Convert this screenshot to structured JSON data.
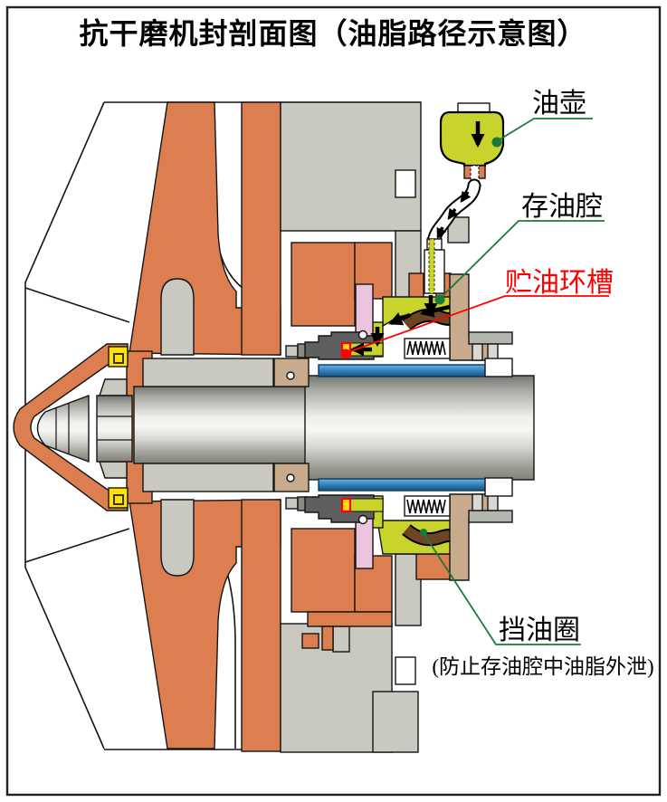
{
  "title": "抗干磨机封剖面图（油脂路径示意图）",
  "labels": {
    "oil_pot": "油壶",
    "oil_chamber": "存油腔",
    "oil_ring_groove": "贮油环槽",
    "oil_baffle_ring": "挡油圈",
    "oil_baffle_note": "(防止存油腔中油脂外泄)"
  },
  "diagram": {
    "type": "mechanical-seal-cross-section",
    "flow_path": [
      "油壶",
      "软管",
      "存油腔",
      "贮油环槽"
    ],
    "flow_arrow_count": 9,
    "leader_lines": [
      {
        "label": "油壶",
        "color": "#1A7A3C",
        "dot": true
      },
      {
        "label": "存油腔",
        "color": "#1A7A3C",
        "dot": true
      },
      {
        "label": "贮油环槽",
        "color": "#FF0000",
        "dot": true
      },
      {
        "label": "挡油圈",
        "color": "#1A7A3C",
        "dot": true
      }
    ]
  },
  "colors": {
    "impeller_orange": "#DC7E50",
    "housing_gray": "#C9C9C2",
    "grease_yellow_green": "#C8D32C",
    "seal_dark_gray": "#5F5F5F",
    "gland_tan": "#C8AA8D",
    "baffle_brown": "#6E4522",
    "sleeve_blue": "#3581BC",
    "packing_yellow": "#FFE203",
    "throttle_pink": "#EBC4DD",
    "leader_green": "#1A7A3C",
    "highlight_red": "#FF0000"
  }
}
